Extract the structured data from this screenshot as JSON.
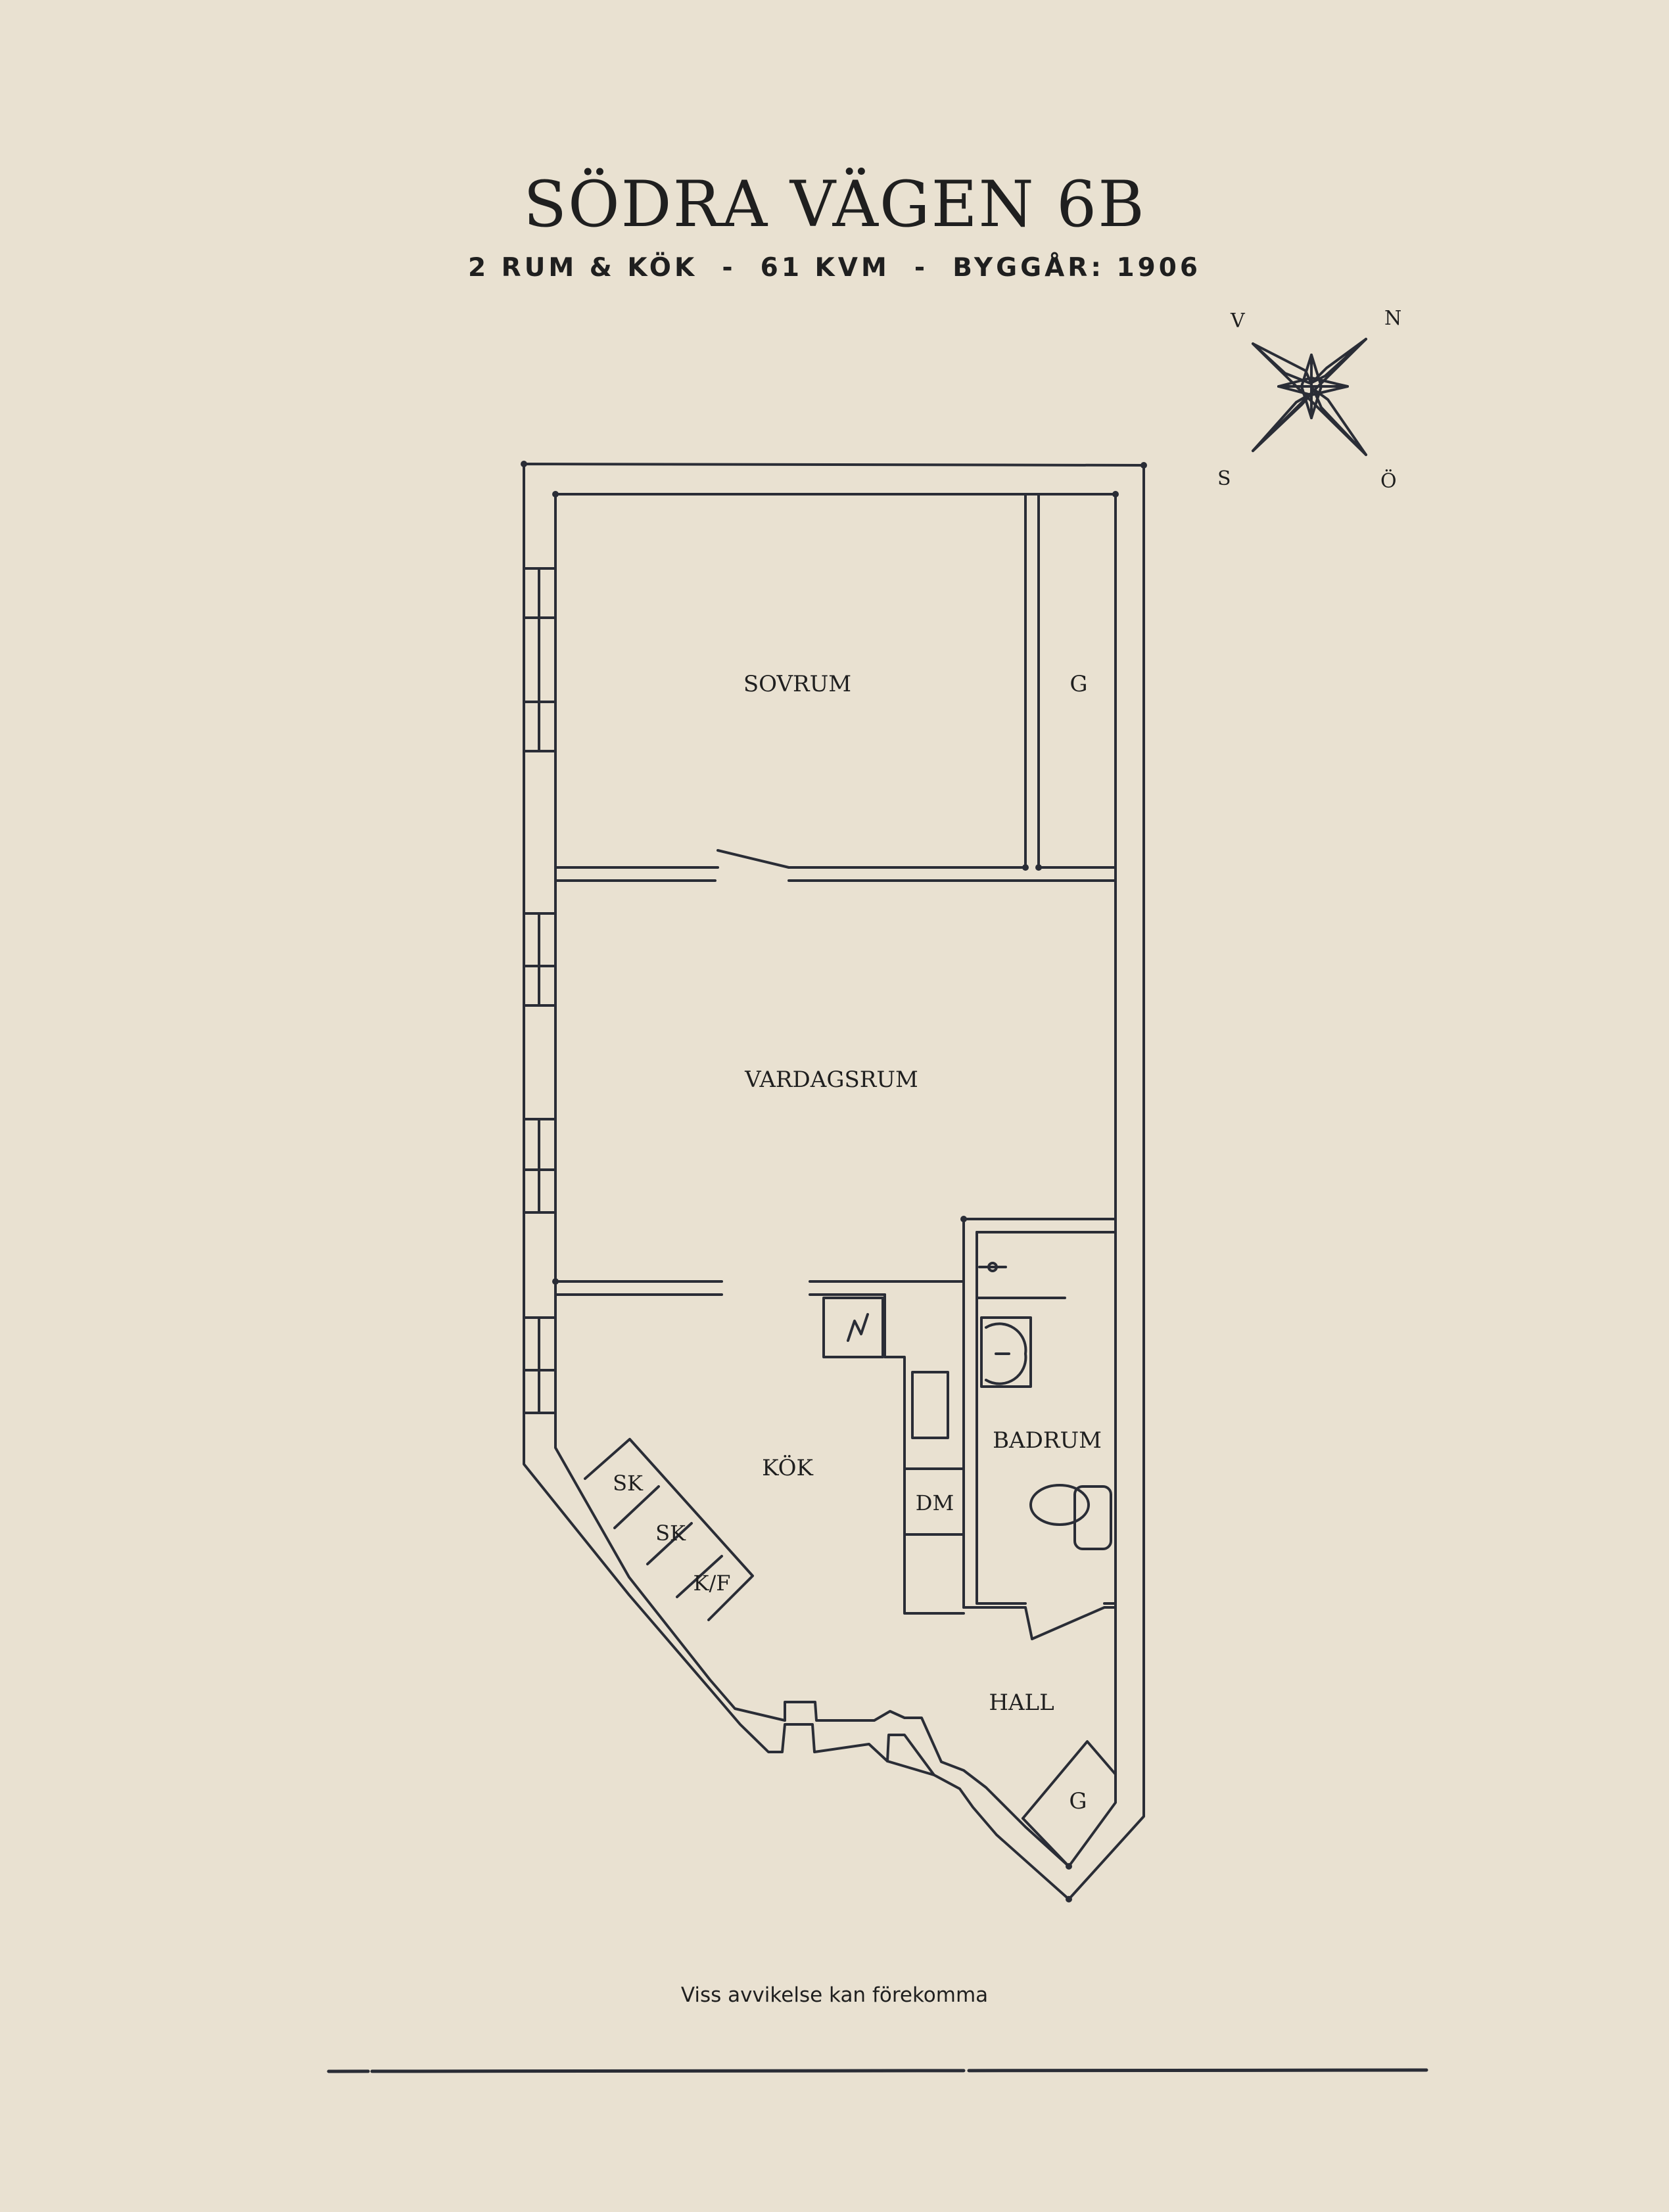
{
  "header": {
    "title": "SÖDRA VÄGEN 6B",
    "subtitle": "2 RUM & KÖK  -  61 KVM  -  BYGGÅR: 1906"
  },
  "compass": {
    "north": "N",
    "west": "V",
    "south": "S",
    "east": "Ö"
  },
  "rooms": {
    "sovrum": "SOVRUM",
    "garderob_top": "G",
    "vardagsrum": "VARDAGSRUM",
    "kok": "KÖK",
    "badrum": "BADRUM",
    "hall": "HALL",
    "garderob_hall": "G"
  },
  "appliances": {
    "sk1": "SK",
    "sk2": "SK",
    "kf": "K/F",
    "dm": "DM"
  },
  "footer": {
    "disclaimer": "Viss avvikelse kan förekomma"
  },
  "colors": {
    "background": "#e9e1d1",
    "ink": "#2a2d36"
  }
}
